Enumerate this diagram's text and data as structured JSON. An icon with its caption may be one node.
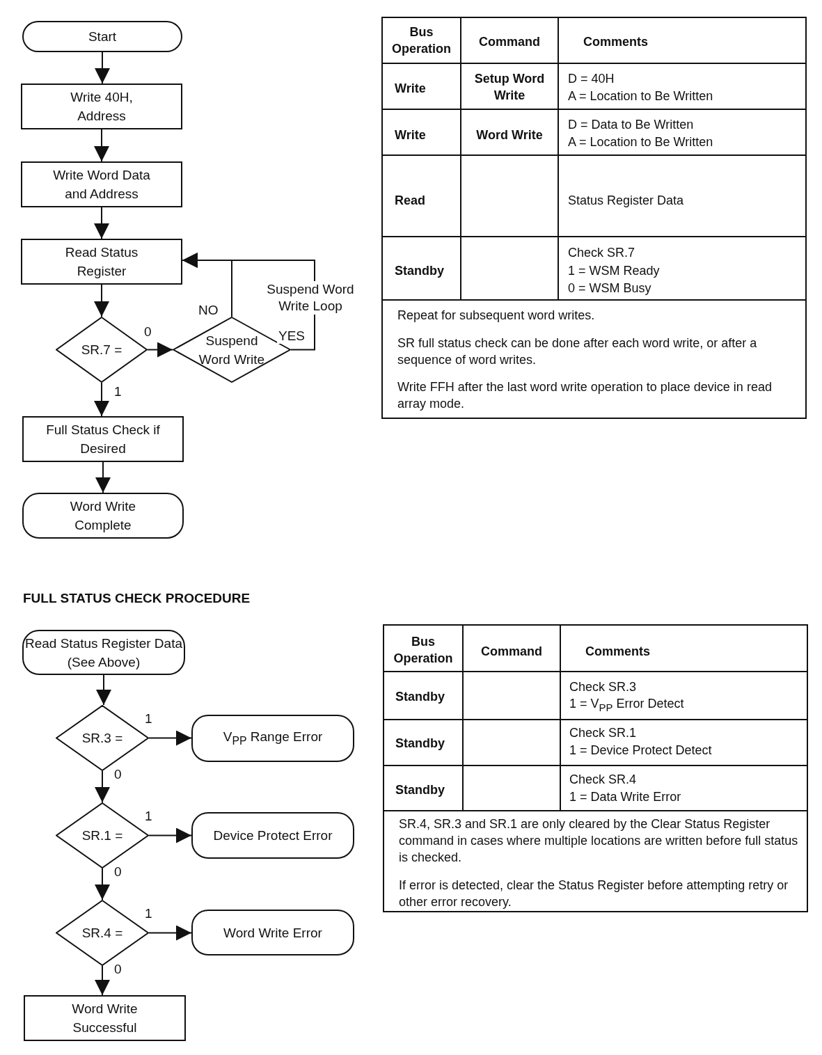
{
  "diagram": {
    "nodes": [
      {
        "text": [
          "Start"
        ]
      },
      {
        "text": [
          "Write 40H, Address"
        ]
      },
      {
        "text": [
          "Write Word Data and Address"
        ]
      },
      {
        "text": [
          "Read Status Register"
        ]
      },
      {
        "text": [
          "SR.7 ="
        ]
      },
      {
        "text": [
          "Suspend Word Write"
        ]
      },
      {
        "text": [
          "Full Status Check if Desired"
        ]
      },
      {
        "text": [
          "Word Write Complete"
        ]
      },
      {
        "text": [
          "Read Status Register Data (See Above)"
        ]
      },
      {
        "text": [
          "SR.3 ="
        ]
      },
      {
        "text": [
          "V$_{PP}$ Range Error"
        ]
      },
      {
        "text": [
          "SR.1 ="
        ]
      },
      {
        "text": [
          "Device Protect Error"
        ]
      },
      {
        "text": [
          "SR.4 ="
        ]
      },
      {
        "text": [
          "Word Write Error"
        ]
      },
      {
        "text": [
          "Word Write Successful"
        ]
      }
    ],
    "edges": [
      {
        "from": 0,
        "to": 1,
        "arrow": "to"
      },
      {
        "from": 1,
        "to": 2,
        "arrow": "to"
      },
      {
        "from": 2,
        "to": 3,
        "arrow": "to"
      },
      {
        "from": 3,
        "to": 4,
        "arrow": "to"
      },
      {
        "from": 4,
        "to": 5,
        "arrow": "to",
        "label": "0"
      },
      {
        "from": 4,
        "to": 6,
        "arrow": "to",
        "label": "1"
      },
      {
        "from": 5,
        "to": 3,
        "arrow": "to",
        "label": "NO"
      },
      {
        "from": 5,
        "to": 3,
        "arrow": "to",
        "label": "YES"
      },
      {
        "from": 6,
        "to": 7,
        "arrow": "to"
      },
      {
        "from": 8,
        "to": 9,
        "arrow": "to"
      },
      {
        "from": 9,
        "to": 10,
        "arrow": "to",
        "label": "1"
      },
      {
        "from": 9,
        "to": 11,
        "arrow": "to",
        "label": "0"
      },
      {
        "from": 11,
        "to": 12,
        "arrow": "to",
        "label": "1"
      },
      {
        "from": 11,
        "to": 13,
        "arrow": "to",
        "label": "0"
      },
      {
        "from": 13,
        "to": 14,
        "arrow": "to",
        "label": "1"
      },
      {
        "from": 13,
        "to": 15,
        "arrow": "to",
        "label": "0"
      }
    ],
    "labels": [
      "Suspend Word Write Loop",
      "Bus Operation",
      "Command",
      "Comments",
      "Write",
      "Setup Word Write",
      "D = 40H",
      "A = Location to Be Written",
      "Write",
      "Word Write",
      "D = Data to Be Written",
      "A = Location to Be Written",
      "Read",
      "Status Register Data",
      "Standby",
      "Check SR.7",
      "1 = WSM Ready",
      "0 = WSM Busy",
      "Repeat for subsequent word writes.",
      "SR full status check can be done after each word write, or after a sequence of word writes.",
      "Write FFH after the last word write operation to place device in read array mode.",
      "FULL STATUS CHECK PROCEDURE",
      "Bus Operation",
      "Command",
      "Comments",
      "Standby",
      "Check SR.3",
      "1 = V$_{PP}$ Error Detect",
      "Standby",
      "Check SR.1",
      "1 = Device Protect Detect",
      "Standby",
      "Check SR.4",
      "1 = Data Write Error",
      "SR.4, SR.3 and SR.1 are only cleared by the Clear Status Register command in cases where multiple locations are written before full status is checked.",
      "If error is detected, clear the Status Register before attempting retry or other error recovery."
    ]
  }
}
